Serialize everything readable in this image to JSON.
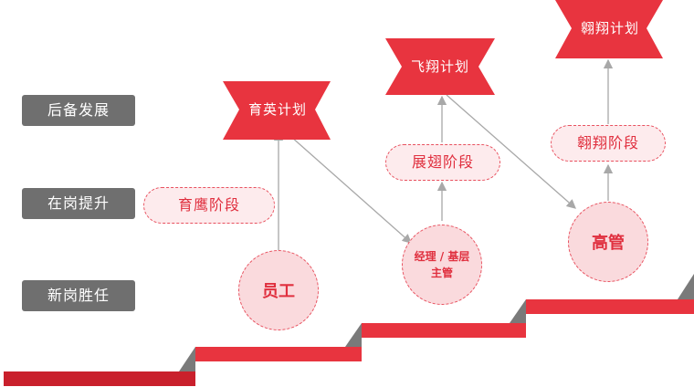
{
  "stages": {
    "top": "后备发展",
    "middle": "在岗提升",
    "bottom": "新岗胜任"
  },
  "programs": {
    "yuying": "育英计划",
    "feixiang": "飞翔计划",
    "aoxiang": "翱翔计划"
  },
  "phases": {
    "yuying": "育鹰阶段",
    "zhanchi": "展翅阶段",
    "aoxiang": "翱翔阶段"
  },
  "roles": {
    "staff": "员工",
    "manager_line1": "经理 / 基层",
    "manager_line2": "主管",
    "senior": "高管"
  },
  "colors": {
    "accent": "#e8343f",
    "accent_dark": "#c9202c",
    "pill_bg": "#fdebed",
    "label_bg": "#6f6f6f",
    "arrow": "#a8a8a8"
  }
}
